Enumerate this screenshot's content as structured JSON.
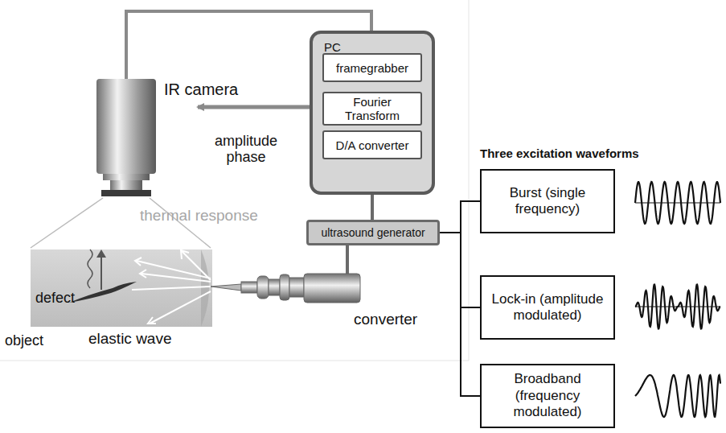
{
  "diagram": {
    "nodes": [
      {
        "text": [
          "PC"
        ]
      },
      {
        "text": [
          "framegrabber"
        ],
        "in": 0
      },
      {
        "text": [
          "Fourier Transform"
        ],
        "in": 0
      },
      {
        "text": [
          "D/A converter"
        ],
        "in": 0
      },
      {
        "text": [
          "ultrasound generator"
        ]
      },
      {
        "text": [
          "Burst (single frequency)"
        ]
      },
      {
        "text": [
          "Lock-in (amplitude modulated)"
        ]
      },
      {
        "text": [
          "Broadband (frequency modulated)"
        ]
      }
    ],
    "edges": [
      {
        "from": 0,
        "to": 4,
        "arrow": "none"
      },
      {
        "from": 4,
        "to": 5,
        "arrow": "none"
      },
      {
        "from": 4,
        "to": 6,
        "arrow": "none"
      },
      {
        "from": 4,
        "to": 7,
        "arrow": "none"
      }
    ],
    "labels": [
      "IR camera",
      "amplitude phase",
      "thermal response",
      "defect",
      "elastic wave",
      "object",
      "converter",
      "Three excitation waveforms"
    ]
  }
}
